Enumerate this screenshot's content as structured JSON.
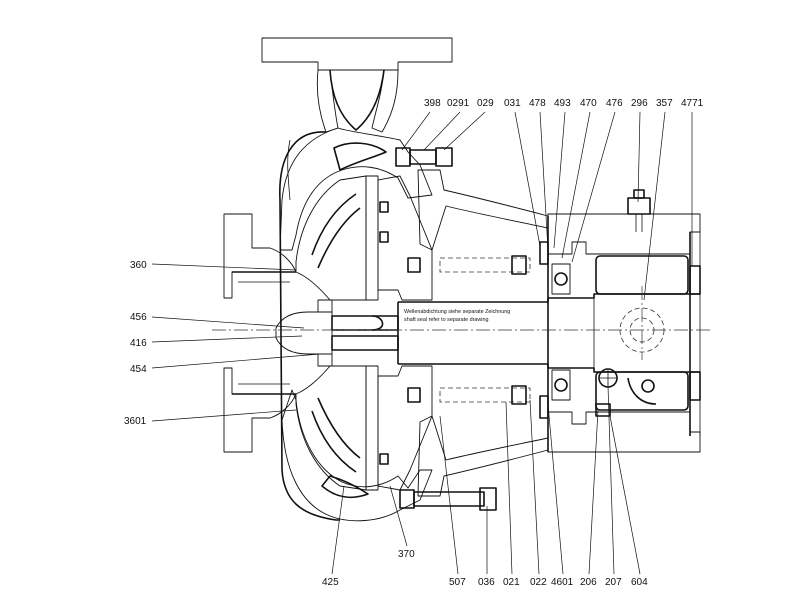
{
  "drawing": {
    "note_de": "Wellenabdichtung siehe separate Zeichnung",
    "note_en": "shaft seal refer to separate drawing",
    "labels_top": [
      "398",
      "0291",
      "029",
      "031",
      "478",
      "493",
      "470",
      "476",
      "296",
      "357",
      "4771"
    ],
    "labels_left": [
      "360",
      "456",
      "416",
      "454",
      "3601"
    ],
    "labels_bottom": [
      "425",
      "370",
      "507",
      "036",
      "021",
      "022",
      "4601",
      "206",
      "207",
      "604"
    ]
  }
}
